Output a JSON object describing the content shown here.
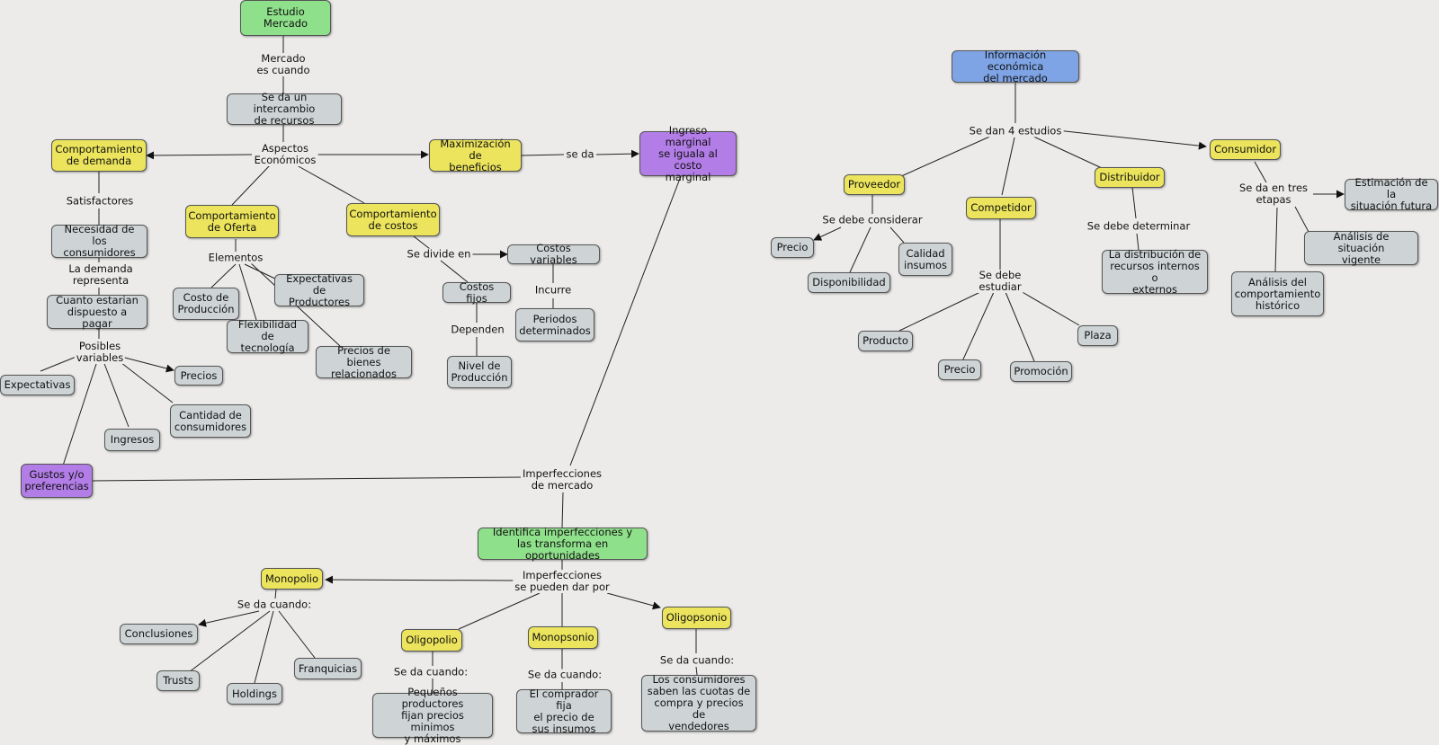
{
  "nodes": {
    "estudio_mercado": "Estudio\nMercado",
    "intercambio": "Se da un intercambio\nde recursos",
    "comp_demanda": "Comportamiento\nde demanda",
    "maximizacion": "Maximización de\nbeneficios",
    "ingreso_marginal": "Ingreso marginal\nse iguala al costo\nmarginal",
    "comp_oferta": "Comportamiento\nde Oferta",
    "comp_costos": "Comportamiento\nde costos",
    "necesidad": "Necesidad de\nlos consumidores",
    "cuanto_pagar": "Cuanto estarian\ndispuesto a pagar",
    "costo_produccion": "Costo de\nProducción",
    "expectativas_productores": "Expectativas de\nProductores",
    "flexibilidad": "Flexibilidad de\ntecnología",
    "precios_bienes": "Precios de bienes\nrelacionados",
    "costos_variables": "Costos variables",
    "costos_fijos": "Costos fijos",
    "periodos": "Periodos\ndeterminados",
    "nivel_produccion": "Nivel de\nProducción",
    "expectativas": "Expectativas",
    "precios": "Precios",
    "ingresos": "Ingresos",
    "cantidad_consumidores": "Cantidad de\nconsumidores",
    "gustos": "Gustos y/o\npreferencias",
    "identifica": "Identifica imperfecciones y\nlas transforma en oportunidades",
    "monopolio": "Monopolio",
    "conclusiones": "Conclusiones",
    "trusts": "Trusts",
    "holdings": "Holdings",
    "franquicias": "Franquicias",
    "oligopolio": "Oligopolio",
    "pequenos": "Pequeños productores\nfijan precios minimos\ny máximos",
    "monopsonio": "Monopsonio",
    "comprador_fija": "El comprador fija\nel precio de\nsus insumos",
    "oligopsonio": "Oligopsonio",
    "consumidores_saben": "Los consumidores\nsaben las cuotas de\ncompra y precios de\nvendedores",
    "info_economica": "Información económica\ndel mercado",
    "proveedor": "Proveedor",
    "competidor": "Competidor",
    "distribuidor": "Distribuidor",
    "consumidor": "Consumidor",
    "precio_prov": "Precio",
    "calidad": "Calidad\ninsumos",
    "disponibilidad": "Disponibilidad",
    "distribucion": "La distribución de\nrecursos internos o\nexternos",
    "estimacion": "Estimación de la\nsituación futura",
    "analisis_vigente": "Análisis de situación\nvigente",
    "analisis_historico": "Análisis del\ncomportamiento\nhistórico",
    "producto": "Producto",
    "plaza": "Plaza",
    "precio_comp": "Precio",
    "promocion": "Promoción"
  },
  "links": {
    "mercado_es_cuando": "Mercado\nes cuando",
    "aspectos": "Aspectos\nEconómicos",
    "se_da": "se da",
    "satisfactores": "Satisfactores",
    "la_demanda": "La demanda\nrepresenta",
    "posibles": "Posibles\nvariables",
    "elementos": "Elementos",
    "se_divide": "Se divide en",
    "incurre": "Incurre",
    "dependen": "Dependen",
    "imperfecciones": "Imperfecciones\nde mercado",
    "imperf_dar": "Imperfecciones\nse pueden dar por",
    "da_cuando_mono": "Se da cuando:",
    "da_cuando_oligo": "Se da cuando:",
    "da_cuando_monops": "Se da cuando:",
    "da_cuando_oligops": "Se da cuando:",
    "cuatro_estudios": "Se dan 4 estudios",
    "debe_considerar": "Se debe considerar",
    "debe_estudiar": "Se debe\nestudiar",
    "debe_determinar": "Se debe determinar",
    "tres_etapas": "Se da en tres\netapas"
  },
  "colors": {
    "green": "#8fe08a",
    "yellow": "#ebe45c",
    "gray": "#ced4d6",
    "blue": "#7ea4e6",
    "purple": "#b27de6",
    "background": "#ecebe9"
  }
}
